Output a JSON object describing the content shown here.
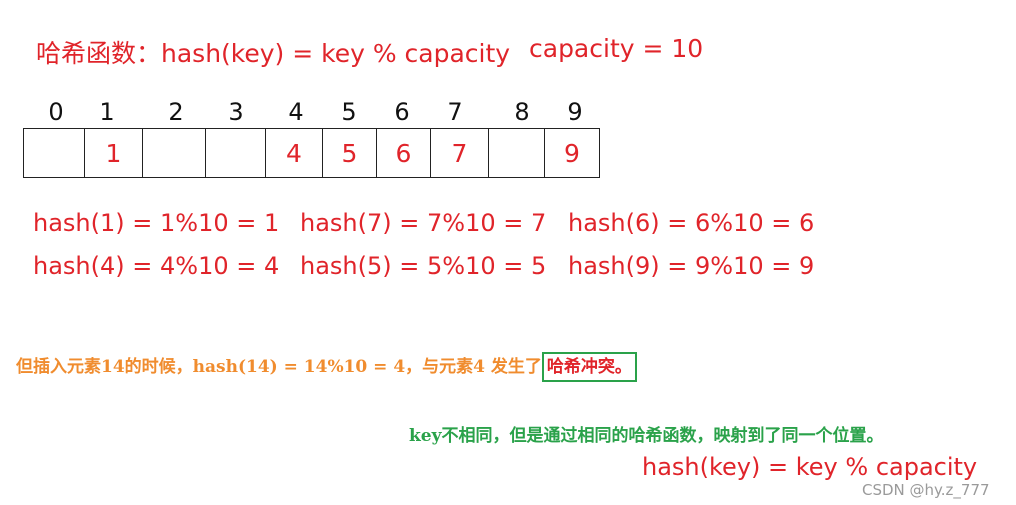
{
  "title": "哈希函数：hash(key) = key % capacity",
  "capacity_label": "capacity = 10",
  "indices": [
    "0",
    "1",
    "2",
    "3",
    "4",
    "5",
    "6",
    "7",
    "8",
    "9"
  ],
  "cells": [
    "",
    "1",
    "",
    "",
    "4",
    "5",
    "6",
    "7",
    "",
    "9"
  ],
  "equations": {
    "row1": [
      "hash(1) = 1%10 = 1",
      "hash(7) = 7%10 = 7",
      "hash(6) = 6%10 = 6"
    ],
    "row2": [
      "hash(4) = 4%10 = 4",
      "hash(5) = 5%10 = 5",
      "hash(9) = 9%10 = 9"
    ]
  },
  "collision_note": {
    "prefix": "但插入元素14的时候，hash(14) = 14%10 = 4，与元素4 发生了",
    "highlight": "哈希冲突。"
  },
  "explanation": "key不相同，但是通过相同的哈希函数，映射到了同一个位置。",
  "formula": "hash(key) = key % capacity",
  "watermark": "CSDN @hy.z_777",
  "colors": {
    "red": "#e0242a",
    "orange": "#f08c2e",
    "green": "#2aa24a"
  }
}
